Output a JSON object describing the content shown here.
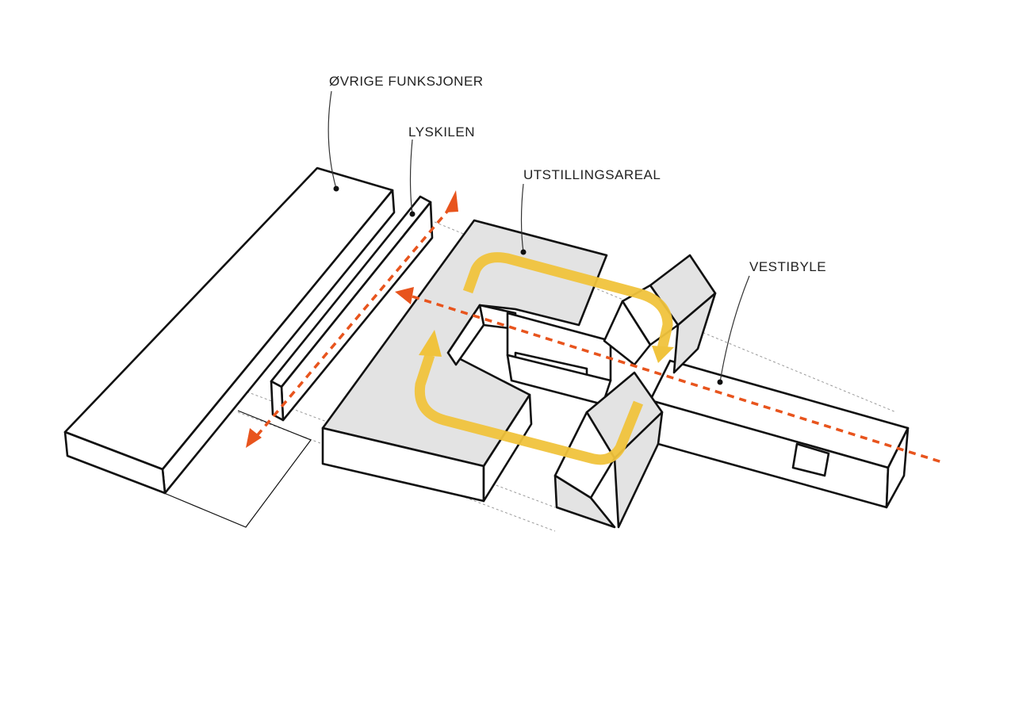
{
  "labels": {
    "ovrige_funksjoner": "ØVRIGE FUNKSJONER",
    "lyskilen": "LYSKILEN",
    "utstillingsareal": "UTSTILLINGSAREAL",
    "vestibyle": "VESTIBYLE"
  },
  "colors": {
    "circulation_loop": "#f0c33c",
    "axis_arrow": "#e8541d",
    "exhibition_fill": "#e3e3e3",
    "outline": "#111111"
  }
}
